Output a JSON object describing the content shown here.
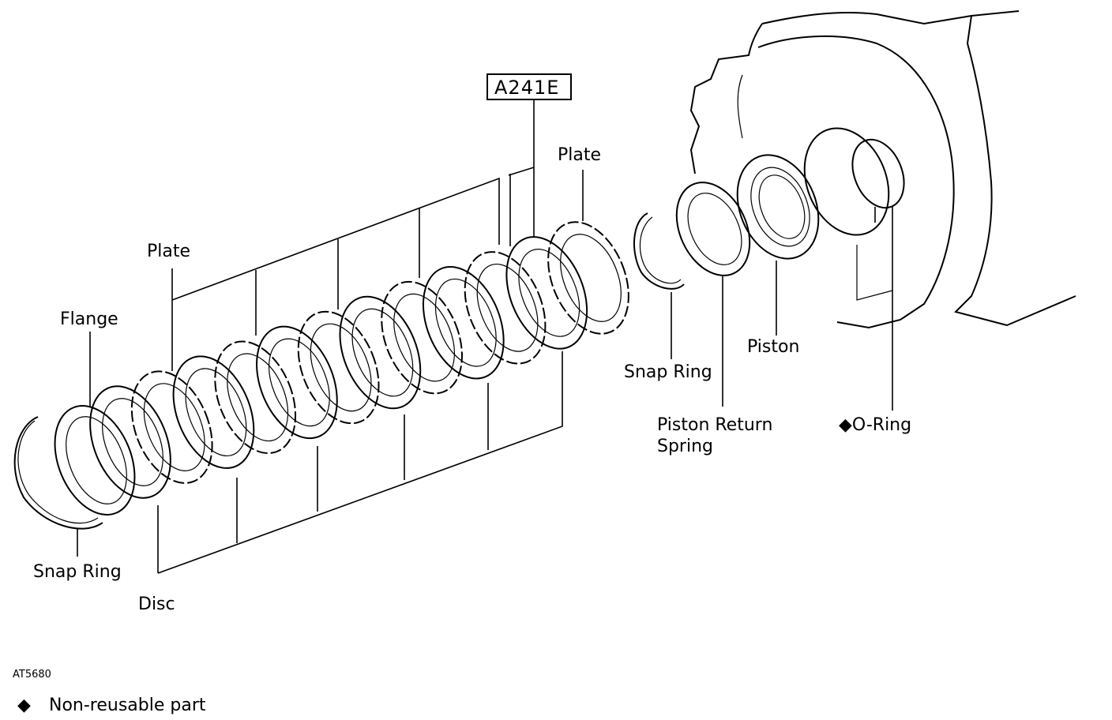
{
  "model": "A241E",
  "labels": {
    "flange": "Flange",
    "plate_left": "Plate",
    "plate_right": "Plate",
    "snap_ring_left": "Snap Ring",
    "disc": "Disc",
    "snap_ring_right": "Snap Ring",
    "piston_return_spring_line1": "Piston Return",
    "piston_return_spring_line2": "Spring",
    "piston": "Piston",
    "o_ring": "◆O-Ring"
  },
  "figure_code": "AT5680",
  "legend": {
    "symbol": "◆",
    "text": "Non-reusable part"
  }
}
